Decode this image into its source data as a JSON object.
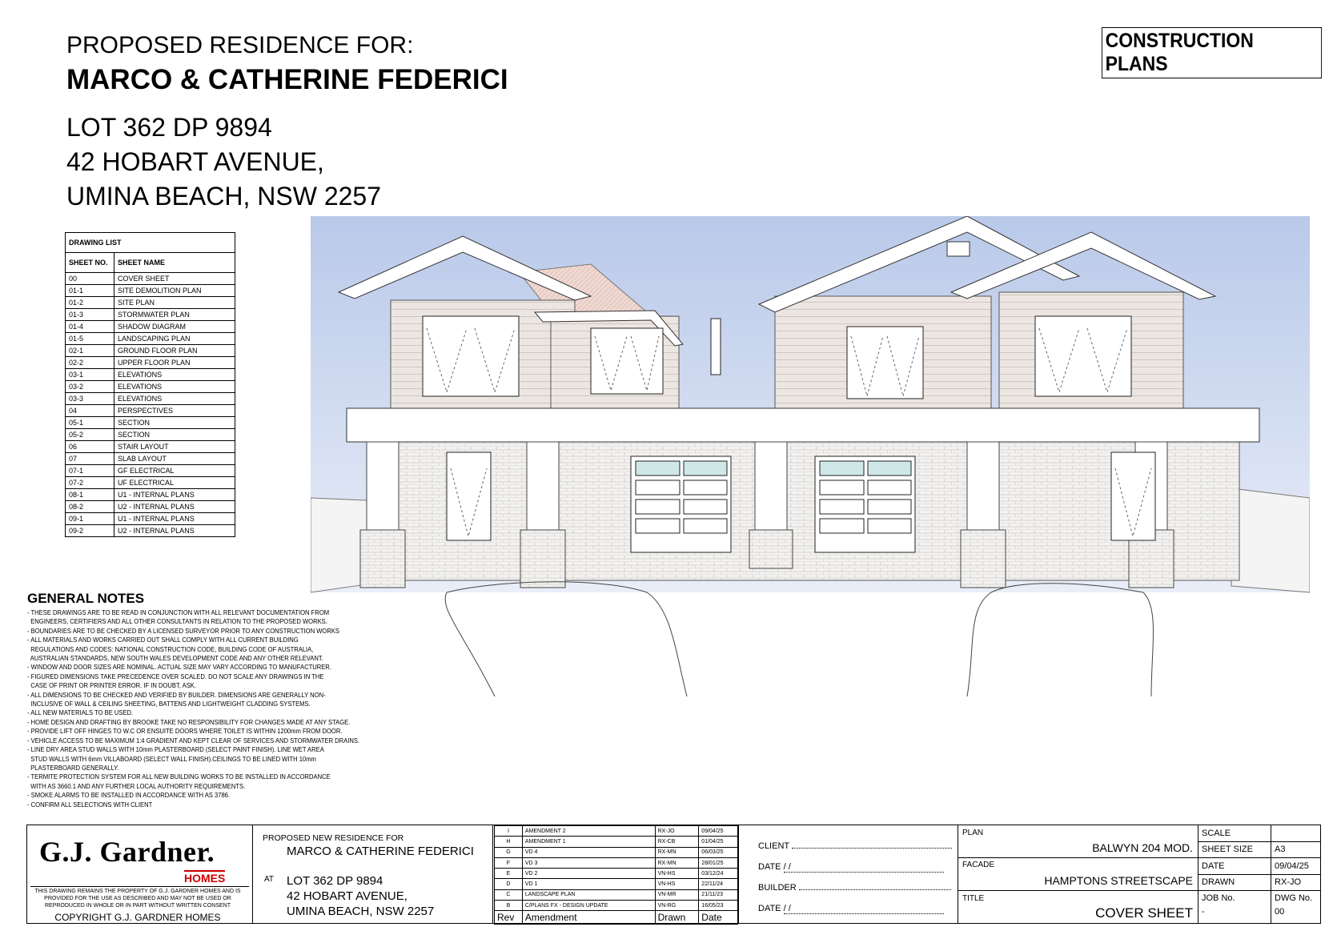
{
  "header": {
    "line1": "PROPOSED RESIDENCE FOR:",
    "client": "MARCO & CATHERINE FEDERICI",
    "address1": "LOT 362 DP 9894",
    "address2": "42 HOBART AVENUE,",
    "address3": "UMINA BEACH, NSW 2257",
    "badge": "CONSTRUCTION PLANS"
  },
  "drawing_list": {
    "title": "DRAWING LIST",
    "col_no": "SHEET NO.",
    "col_name": "SHEET NAME",
    "rows": [
      {
        "no": "00",
        "name": "COVER SHEET"
      },
      {
        "no": "01-1",
        "name": "SITE DEMOLITION PLAN"
      },
      {
        "no": "01-2",
        "name": "SITE PLAN"
      },
      {
        "no": "01-3",
        "name": "STORMWATER PLAN"
      },
      {
        "no": "01-4",
        "name": "SHADOW DIAGRAM"
      },
      {
        "no": "01-5",
        "name": "LANDSCAPING PLAN"
      },
      {
        "no": "02-1",
        "name": "GROUND FLOOR PLAN"
      },
      {
        "no": "02-2",
        "name": "UPPER FLOOR PLAN"
      },
      {
        "no": "03-1",
        "name": "ELEVATIONS"
      },
      {
        "no": "03-2",
        "name": "ELEVATIONS"
      },
      {
        "no": "03-3",
        "name": "ELEVATIONS"
      },
      {
        "no": "04",
        "name": "PERSPECTIVES"
      },
      {
        "no": "05-1",
        "name": "SECTION"
      },
      {
        "no": "05-2",
        "name": "SECTION"
      },
      {
        "no": "06",
        "name": "STAIR LAYOUT"
      },
      {
        "no": "07",
        "name": "SLAB LAYOUT"
      },
      {
        "no": "07-1",
        "name": "GF ELECTRICAL"
      },
      {
        "no": "07-2",
        "name": "UF ELECTRICAL"
      },
      {
        "no": "08-1",
        "name": "U1 - INTERNAL PLANS"
      },
      {
        "no": "08-2",
        "name": "U2 - INTERNAL PLANS"
      },
      {
        "no": "09-1",
        "name": "U1 - INTERNAL PLANS"
      },
      {
        "no": "09-2",
        "name": "U2 - INTERNAL PLANS"
      }
    ]
  },
  "general_notes": {
    "title": "GENERAL NOTES",
    "text": "- THESE DRAWINGS ARE TO BE READ IN CONJUNCTION WITH ALL RELEVANT DOCUMENTATION FROM\n  ENGINEERS, CERTIFIERS AND ALL OTHER CONSULTANTS IN RELATION TO THE PROPOSED WORKS.\n- BOUNDARIES ARE TO BE CHECKED BY A LICENSED SURVEYOR PRIOR TO ANY CONSTRUCTION WORKS\n- ALL MATERIALS AND WORKS CARRIED OUT SHALL COMPLY WITH ALL CURRENT BUILDING\n  REGULATIONS AND CODES: NATIONAL CONSTRUCTION CODE, BUILDING CODE OF AUSTRALIA,\n  AUSTRALIAN STANDARDS, NEW SOUTH WALES DEVELOPMENT CODE AND ANY OTHER RELEVANT.\n- WINDOW AND DOOR SIZES ARE NOMINAL. ACTUAL SIZE MAY VARY ACCORDING TO MANUFACTURER.\n- FIGURED DIMENSIONS TAKE PRECEDENCE OVER SCALED. DO NOT SCALE ANY DRAWINGS IN THE\n  CASE OF PRINT OR PRINTER ERROR. IF IN DOUBT, ASK.\n- ALL DIMENSIONS TO BE CHECKED AND VERIFIED BY BUILDER. DIMENSIONS ARE GENERALLY NON-\n  INCLUSIVE OF WALL & CEILING SHEETING, BATTENS AND LIGHTWEIGHT CLADDING SYSTEMS.\n- ALL NEW MATERIALS TO BE USED.\n- HOME DESIGN AND DRAFTING BY BROOKE TAKE NO RESPONSIBILITY FOR CHANGES MADE AT ANY STAGE.\n- PROVIDE LIFT OFF HINGES TO W.C OR ENSUITE DOORS WHERE TOILET IS WITHIN 1200mm FROM DOOR.\n- VEHICLE ACCESS TO BE MAXIMUM 1:4 GRADIENT AND KEPT CLEAR OF SERVICES AND STORMWATER DRAINS.\n- LINE DRY AREA STUD WALLS WITH 10mm PLASTERBOARD (SELECT PAINT FINISH). LINE WET AREA\n  STUD WALLS WITH 6mm VILLABOARD (SELECT WALL FINISH).CEILINGS TO BE LINED WITH 10mm\n  PLASTERBOARD GENERALLY.\n- TERMITE PROTECTION SYSTEM FOR ALL NEW BUILDING WORKS TO BE INSTALLED IN ACCORDANCE\n  WITH AS 3660.1 AND ANY FURTHER LOCAL AUTHORITY REQUIREMENTS.\n- SMOKE ALARMS TO BE INSTALLED IN ACCORDANCE WITH AS 3786.\n- CONFIRM ALL SELECTIONS WITH CLIENT"
  },
  "title_block": {
    "company": "G.J. Gardner.",
    "homes": "HOMES",
    "disclaimer": "THIS DRAWING REMAINS THE PROPERTY OF G.J. GARDNER HOMES AND IS PROVIDED FOR THE USE AS DESCRIBED AND MAY NOT BE USED OR REPRODUCED IN WHOLE OR IN PART WITHOUT WRITTEN CONSENT",
    "copyright": "COPYRIGHT G.J. GARDNER HOMES",
    "proposed_label": "PROPOSED NEW RESIDENCE FOR",
    "client": "MARCO & CATHERINE FEDERICI",
    "at_label": "AT",
    "addr1": "LOT 362 DP 9894",
    "addr2": "42 HOBART AVENUE,",
    "addr3": "UMINA BEACH, NSW 2257",
    "revisions": [
      {
        "rev": "I",
        "desc": "AMENDMENT 2",
        "drawn": "RX-JO",
        "date": "09/04/25"
      },
      {
        "rev": "H",
        "desc": "AMENDMENT 1",
        "drawn": "RX-CB",
        "date": "01/04/25"
      },
      {
        "rev": "G",
        "desc": "VD 4",
        "drawn": "RX-MN",
        "date": "06/03/25"
      },
      {
        "rev": "F",
        "desc": "VD 3",
        "drawn": "RX-MN",
        "date": "28/01/25"
      },
      {
        "rev": "E",
        "desc": "VD 2",
        "drawn": "VN-HS",
        "date": "03/12/24"
      },
      {
        "rev": "D",
        "desc": "VD 1",
        "drawn": "VN-HS",
        "date": "22/11/24"
      },
      {
        "rev": "C",
        "desc": "LANDSCAPE PLAN",
        "drawn": "VN-MR",
        "date": "21/11/23"
      },
      {
        "rev": "B",
        "desc": "C/PLANS FX - DESIGN UPDATE",
        "drawn": "VN-RG",
        "date": "16/05/23"
      }
    ],
    "rev_header": {
      "rev": "Rev",
      "desc": "Amendment",
      "drawn": "Drawn",
      "date": "Date"
    },
    "client_label": "CLIENT",
    "date_label": "DATE",
    "builder_label": "BUILDER",
    "date_blank": "/ /",
    "plan_label": "PLAN",
    "plan_value": "BALWYN 204 MOD.",
    "facade_label": "FACADE",
    "facade_value": "HAMPTONS STREETSCAPE",
    "title_label": "TITLE",
    "title_value": "COVER SHEET",
    "scale_label": "SCALE",
    "scale_value": "",
    "sheet_size_label": "SHEET SIZE",
    "sheet_size_value": "A3",
    "date_value": "09/04/25",
    "drawn_label": "DRAWN",
    "drawn_value": "RX-JO",
    "job_label": "JOB No.",
    "job_value": "-",
    "dwg_label": "DWG No.",
    "dwg_value": "00"
  }
}
